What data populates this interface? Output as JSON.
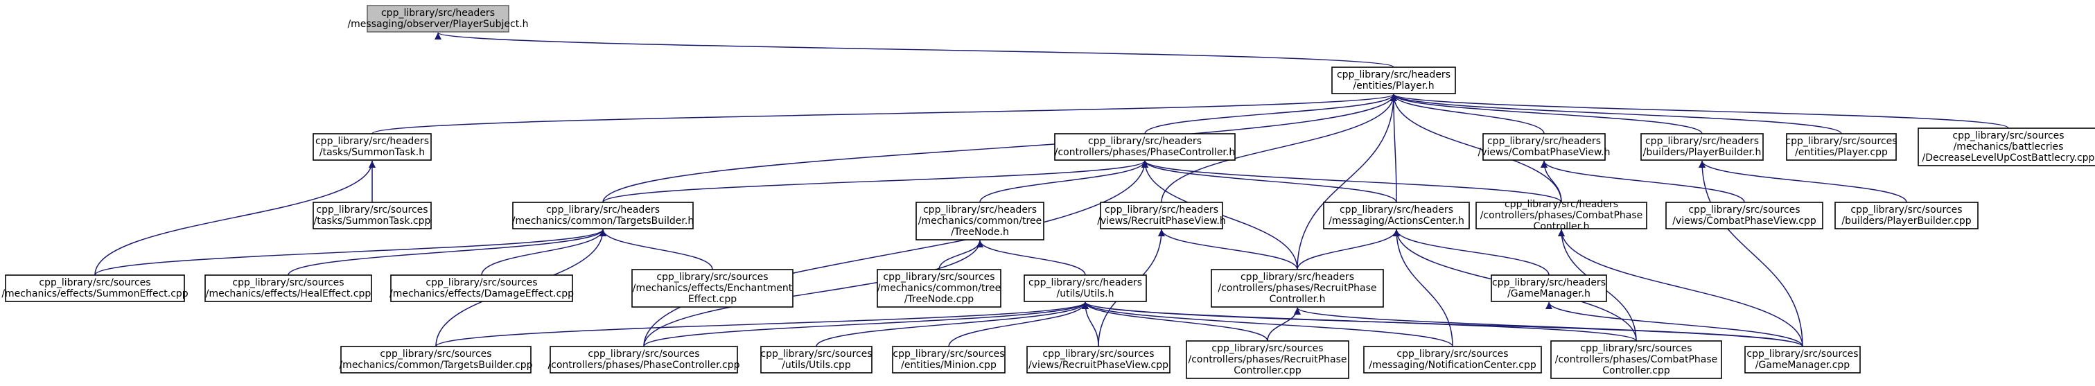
{
  "colors": {
    "edge": "#191970",
    "root_fill": "#bfbfbf",
    "node_border": "#000000",
    "background": "#ffffff"
  },
  "nodes": [
    {
      "id": "playersubject",
      "lines": [
        "cpp_library/src/headers",
        "/messaging/observer/PlayerSubject.h"
      ],
      "highlight": true
    },
    {
      "id": "player_h",
      "lines": [
        "cpp_library/src/headers",
        "/entities/Player.h"
      ]
    },
    {
      "id": "summontask_h",
      "lines": [
        "cpp_library/src/headers",
        "/tasks/SummonTask.h"
      ]
    },
    {
      "id": "phasecontroller_h",
      "lines": [
        "cpp_library/src/headers",
        "/controllers/phases/PhaseController.h"
      ]
    },
    {
      "id": "combatphaseview_h",
      "lines": [
        "cpp_library/src/headers",
        "/views/CombatPhaseView.h"
      ]
    },
    {
      "id": "playerbuilder_h",
      "lines": [
        "cpp_library/src/headers",
        "/builders/PlayerBuilder.h"
      ]
    },
    {
      "id": "player_cpp",
      "lines": [
        "cpp_library/src/sources",
        "/entities/Player.cpp"
      ]
    },
    {
      "id": "battlecry_cpp",
      "lines": [
        "cpp_library/src/sources",
        "/mechanics/battlecries",
        "/DecreaseLevelUpCostBattlecry.cpp"
      ]
    },
    {
      "id": "summontask_cpp",
      "lines": [
        "cpp_library/src/sources",
        "/tasks/SummonTask.cpp"
      ]
    },
    {
      "id": "targetsbuilder_h",
      "lines": [
        "cpp_library/src/headers",
        "/mechanics/common/TargetsBuilder.h"
      ]
    },
    {
      "id": "treenode_h",
      "lines": [
        "cpp_library/src/headers",
        "/mechanics/common/tree",
        "/TreeNode.h"
      ]
    },
    {
      "id": "recruitphaseview_h",
      "lines": [
        "cpp_library/src/headers",
        "/views/RecruitPhaseView.h"
      ]
    },
    {
      "id": "actionscenter_h",
      "lines": [
        "cpp_library/src/headers",
        "/messaging/ActionsCenter.h"
      ]
    },
    {
      "id": "combatphasecontroller_h",
      "lines": [
        "cpp_library/src/headers",
        "/controllers/phases/CombatPhase",
        "Controller.h"
      ]
    },
    {
      "id": "combatphaseview_cpp",
      "lines": [
        "cpp_library/src/sources",
        "/views/CombatPhaseView.cpp"
      ]
    },
    {
      "id": "playerbuilder_cpp",
      "lines": [
        "cpp_library/src/sources",
        "/builders/PlayerBuilder.cpp"
      ]
    },
    {
      "id": "summoneffect_cpp",
      "lines": [
        "cpp_library/src/sources",
        "/mechanics/effects/SummonEffect.cpp"
      ]
    },
    {
      "id": "healeffect_cpp",
      "lines": [
        "cpp_library/src/sources",
        "/mechanics/effects/HealEffect.cpp"
      ]
    },
    {
      "id": "damageeffect_cpp",
      "lines": [
        "cpp_library/src/sources",
        "/mechanics/effects/DamageEffect.cpp"
      ]
    },
    {
      "id": "enchantment_cpp",
      "lines": [
        "cpp_library/src/sources",
        "/mechanics/effects/Enchantment",
        "Effect.cpp"
      ]
    },
    {
      "id": "treenode_cpp",
      "lines": [
        "cpp_library/src/sources",
        "/mechanics/common/tree",
        "/TreeNode.cpp"
      ]
    },
    {
      "id": "utils_h",
      "lines": [
        "cpp_library/src/headers",
        "/utils/Utils.h"
      ]
    },
    {
      "id": "recruitphasecontroller_h",
      "lines": [
        "cpp_library/src/headers",
        "/controllers/phases/RecruitPhase",
        "Controller.h"
      ]
    },
    {
      "id": "gamemanager_h",
      "lines": [
        "cpp_library/src/headers",
        "/GameManager.h"
      ]
    },
    {
      "id": "targetsbuilder_cpp",
      "lines": [
        "cpp_library/src/sources",
        "/mechanics/common/TargetsBuilder.cpp"
      ]
    },
    {
      "id": "phasecontroller_cpp",
      "lines": [
        "cpp_library/src/sources",
        "/controllers/phases/PhaseController.cpp"
      ]
    },
    {
      "id": "utils_cpp",
      "lines": [
        "cpp_library/src/sources",
        "/utils/Utils.cpp"
      ]
    },
    {
      "id": "minion_cpp",
      "lines": [
        "cpp_library/src/sources",
        "/entities/Minion.cpp"
      ]
    },
    {
      "id": "recruitphaseview_cpp",
      "lines": [
        "cpp_library/src/sources",
        "/views/RecruitPhaseView.cpp"
      ]
    },
    {
      "id": "recruitphasecontroller_cpp",
      "lines": [
        "cpp_library/src/sources",
        "/controllers/phases/RecruitPhase",
        "Controller.cpp"
      ]
    },
    {
      "id": "notificationcenter_cpp",
      "lines": [
        "cpp_library/src/sources",
        "/messaging/NotificationCenter.cpp"
      ]
    },
    {
      "id": "combatphasecontroller_cpp",
      "lines": [
        "cpp_library/src/sources",
        "/controllers/phases/CombatPhase",
        "Controller.cpp"
      ]
    },
    {
      "id": "gamemanager_cpp",
      "lines": [
        "cpp_library/src/sources",
        "/GameManager.cpp"
      ]
    }
  ],
  "edges": [
    [
      "player_h",
      "playersubject"
    ],
    [
      "summontask_h",
      "player_h"
    ],
    [
      "phasecontroller_h",
      "player_h"
    ],
    [
      "combatphaseview_h",
      "player_h"
    ],
    [
      "playerbuilder_h",
      "player_h"
    ],
    [
      "player_cpp",
      "player_h"
    ],
    [
      "battlecry_cpp",
      "player_h"
    ],
    [
      "targetsbuilder_h",
      "player_h"
    ],
    [
      "recruitphaseview_h",
      "player_h"
    ],
    [
      "actionscenter_h",
      "player_h"
    ],
    [
      "combatphasecontroller_h",
      "player_h"
    ],
    [
      "recruitphasecontroller_h",
      "player_h"
    ],
    [
      "summontask_cpp",
      "summontask_h"
    ],
    [
      "summoneffect_cpp",
      "summontask_h"
    ],
    [
      "targetsbuilder_h",
      "phasecontroller_h"
    ],
    [
      "treenode_h",
      "phasecontroller_h"
    ],
    [
      "actionscenter_h",
      "phasecontroller_h"
    ],
    [
      "combatphasecontroller_h",
      "phasecontroller_h"
    ],
    [
      "recruitphasecontroller_h",
      "phasecontroller_h"
    ],
    [
      "phasecontroller_cpp",
      "phasecontroller_h"
    ],
    [
      "combatphasecontroller_h",
      "combatphaseview_h"
    ],
    [
      "combatphaseview_cpp",
      "combatphaseview_h"
    ],
    [
      "playerbuilder_cpp",
      "playerbuilder_h"
    ],
    [
      "gamemanager_cpp",
      "playerbuilder_h"
    ],
    [
      "summoneffect_cpp",
      "targetsbuilder_h"
    ],
    [
      "healeffect_cpp",
      "targetsbuilder_h"
    ],
    [
      "damageeffect_cpp",
      "targetsbuilder_h"
    ],
    [
      "enchantment_cpp",
      "targetsbuilder_h"
    ],
    [
      "targetsbuilder_cpp",
      "targetsbuilder_h"
    ],
    [
      "treenode_cpp",
      "treenode_h"
    ],
    [
      "utils_h",
      "treenode_h"
    ],
    [
      "phasecontroller_cpp",
      "treenode_h"
    ],
    [
      "recruitphasecontroller_h",
      "recruitphaseview_h"
    ],
    [
      "recruitphaseview_cpp",
      "recruitphaseview_h"
    ],
    [
      "recruitphasecontroller_h",
      "actionscenter_h"
    ],
    [
      "gamemanager_h",
      "actionscenter_h"
    ],
    [
      "notificationcenter_cpp",
      "actionscenter_h"
    ],
    [
      "combatphasecontroller_cpp",
      "actionscenter_h"
    ],
    [
      "combatphasecontroller_cpp",
      "combatphasecontroller_h"
    ],
    [
      "gamemanager_cpp",
      "combatphasecontroller_h"
    ],
    [
      "gamemanager_cpp",
      "recruitphasecontroller_h"
    ],
    [
      "recruitphasecontroller_cpp",
      "recruitphasecontroller_h"
    ],
    [
      "gamemanager_cpp",
      "gamemanager_h"
    ],
    [
      "targetsbuilder_cpp",
      "utils_h"
    ],
    [
      "phasecontroller_cpp",
      "utils_h"
    ],
    [
      "utils_cpp",
      "utils_h"
    ],
    [
      "minion_cpp",
      "utils_h"
    ],
    [
      "recruitphaseview_cpp",
      "utils_h"
    ],
    [
      "recruitphasecontroller_cpp",
      "utils_h"
    ],
    [
      "notificationcenter_cpp",
      "utils_h"
    ],
    [
      "combatphasecontroller_cpp",
      "utils_h"
    ],
    [
      "gamemanager_cpp",
      "utils_h"
    ]
  ]
}
